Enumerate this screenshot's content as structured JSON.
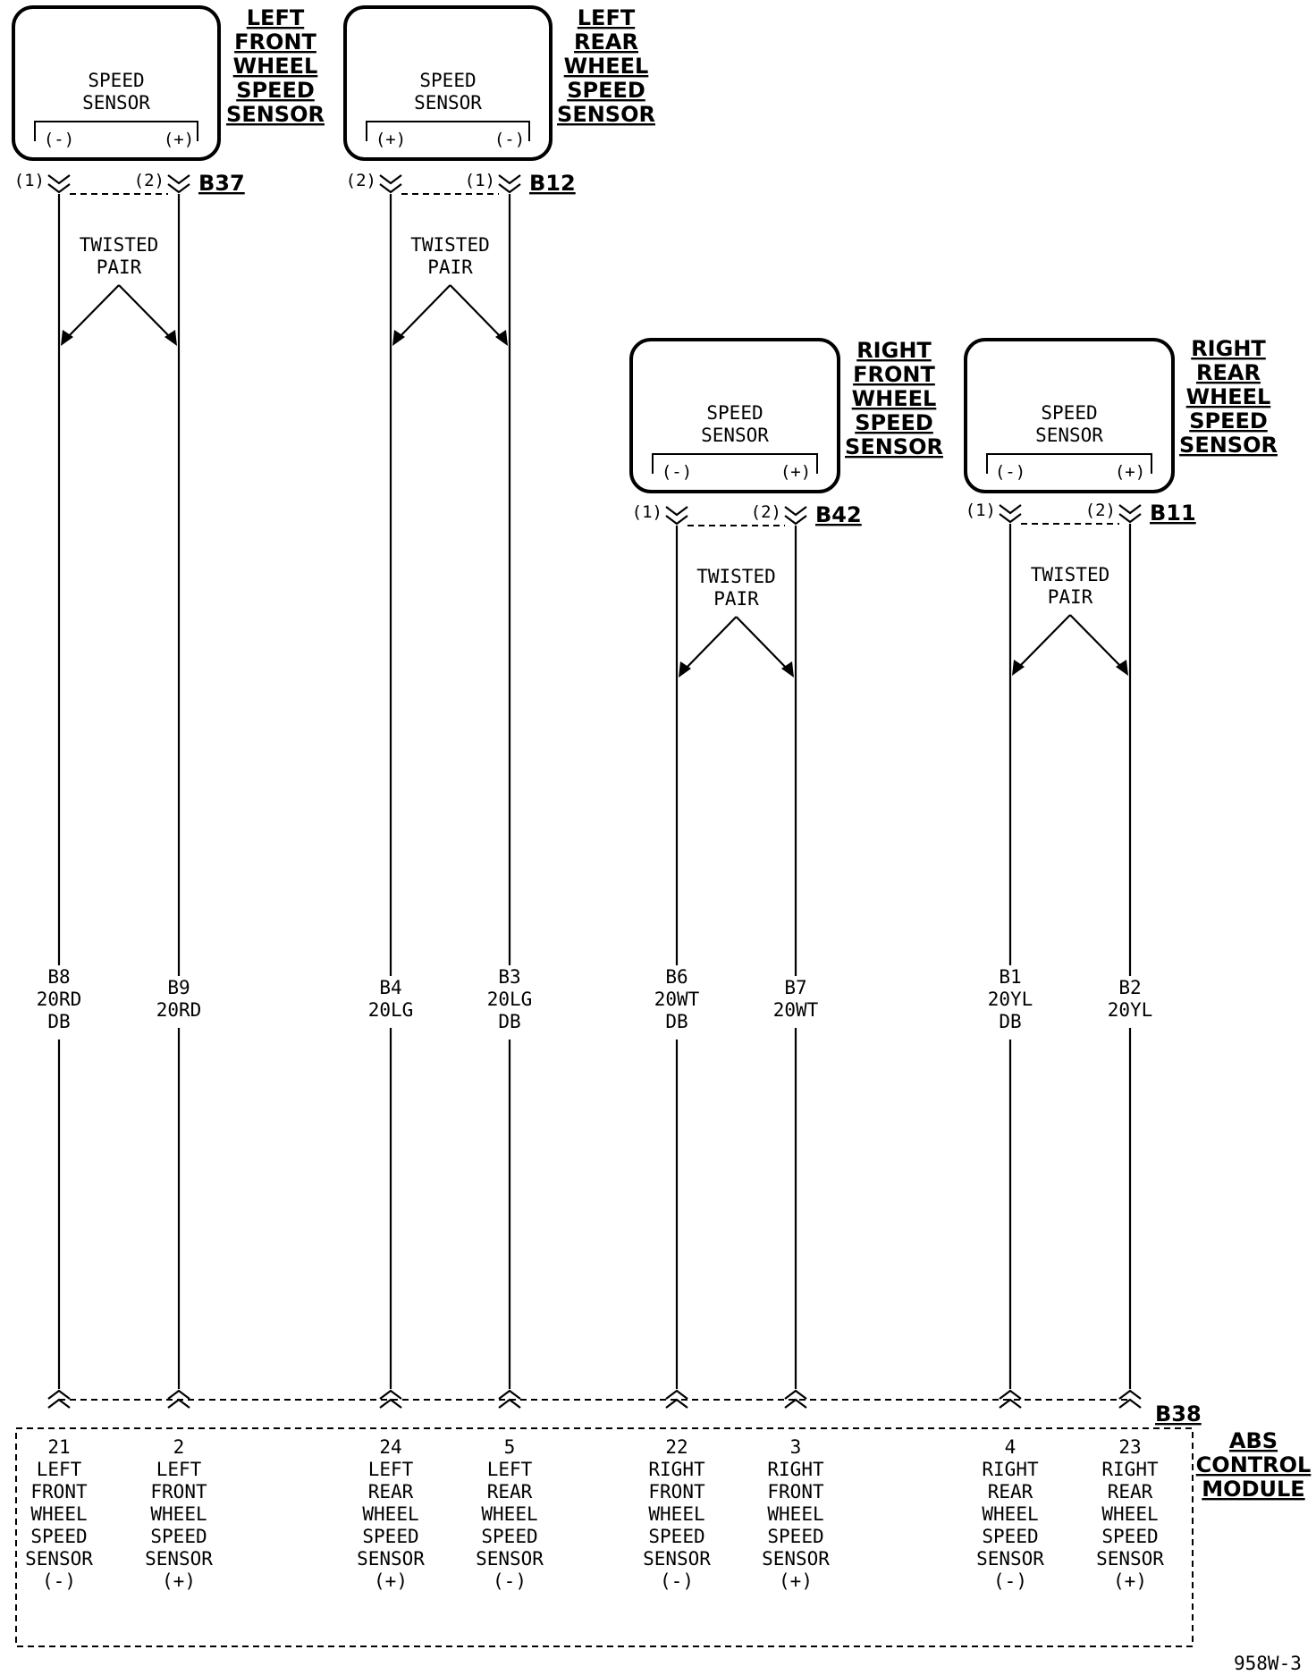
{
  "sensors": [
    {
      "id": "lf",
      "title": [
        "LEFT",
        "FRONT",
        "WHEEL",
        "SPEED",
        "SENSOR"
      ],
      "body": [
        "SPEED",
        "SENSOR"
      ],
      "term_left": "(-)",
      "term_right": "(+)",
      "pin_left": "(1)",
      "pin_right": "(2)",
      "connector": "B37"
    },
    {
      "id": "lr",
      "title": [
        "LEFT",
        "REAR",
        "WHEEL",
        "SPEED",
        "SENSOR"
      ],
      "body": [
        "SPEED",
        "SENSOR"
      ],
      "term_left": "(+)",
      "term_right": "(-)",
      "pin_left": "(2)",
      "pin_right": "(1)",
      "connector": "B12"
    },
    {
      "id": "rf",
      "title": [
        "RIGHT",
        "FRONT",
        "WHEEL",
        "SPEED",
        "SENSOR"
      ],
      "body": [
        "SPEED",
        "SENSOR"
      ],
      "term_left": "(-)",
      "term_right": "(+)",
      "pin_left": "(1)",
      "pin_right": "(2)",
      "connector": "B42"
    },
    {
      "id": "rr",
      "title": [
        "RIGHT",
        "REAR",
        "WHEEL",
        "SPEED",
        "SENSOR"
      ],
      "body": [
        "SPEED",
        "SENSOR"
      ],
      "term_left": "(-)",
      "term_right": "(+)",
      "pin_left": "(1)",
      "pin_right": "(2)",
      "connector": "B11"
    }
  ],
  "twisted_pair": [
    "TWISTED",
    "PAIR"
  ],
  "wires": [
    {
      "circuit": "B8",
      "gauge_color": "20RD",
      "tracer": "DB"
    },
    {
      "circuit": "B9",
      "gauge_color": "20RD",
      "tracer": ""
    },
    {
      "circuit": "B4",
      "gauge_color": "20LG",
      "tracer": ""
    },
    {
      "circuit": "B3",
      "gauge_color": "20LG",
      "tracer": "DB"
    },
    {
      "circuit": "B6",
      "gauge_color": "20WT",
      "tracer": "DB"
    },
    {
      "circuit": "B7",
      "gauge_color": "20WT",
      "tracer": ""
    },
    {
      "circuit": "B1",
      "gauge_color": "20YL",
      "tracer": "DB"
    },
    {
      "circuit": "B2",
      "gauge_color": "20YL",
      "tracer": ""
    }
  ],
  "module": {
    "title": [
      "ABS",
      "CONTROL",
      "MODULE"
    ],
    "connector": "B38",
    "pins": [
      {
        "number": "21",
        "label": [
          "LEFT",
          "FRONT",
          "WHEEL",
          "SPEED",
          "SENSOR",
          "(-)"
        ]
      },
      {
        "number": "2",
        "label": [
          "LEFT",
          "FRONT",
          "WHEEL",
          "SPEED",
          "SENSOR",
          "(+)"
        ]
      },
      {
        "number": "24",
        "label": [
          "LEFT",
          "REAR",
          "WHEEL",
          "SPEED",
          "SENSOR",
          "(+)"
        ]
      },
      {
        "number": "5",
        "label": [
          "LEFT",
          "REAR",
          "WHEEL",
          "SPEED",
          "SENSOR",
          "(-)"
        ]
      },
      {
        "number": "22",
        "label": [
          "RIGHT",
          "FRONT",
          "WHEEL",
          "SPEED",
          "SENSOR",
          "(-)"
        ]
      },
      {
        "number": "3",
        "label": [
          "RIGHT",
          "FRONT",
          "WHEEL",
          "SPEED",
          "SENSOR",
          "(+)"
        ]
      },
      {
        "number": "4",
        "label": [
          "RIGHT",
          "REAR",
          "WHEEL",
          "SPEED",
          "SENSOR",
          "(-)"
        ]
      },
      {
        "number": "23",
        "label": [
          "RIGHT",
          "REAR",
          "WHEEL",
          "SPEED",
          "SENSOR",
          "(+)"
        ]
      }
    ]
  },
  "figure_id": "958W-3"
}
